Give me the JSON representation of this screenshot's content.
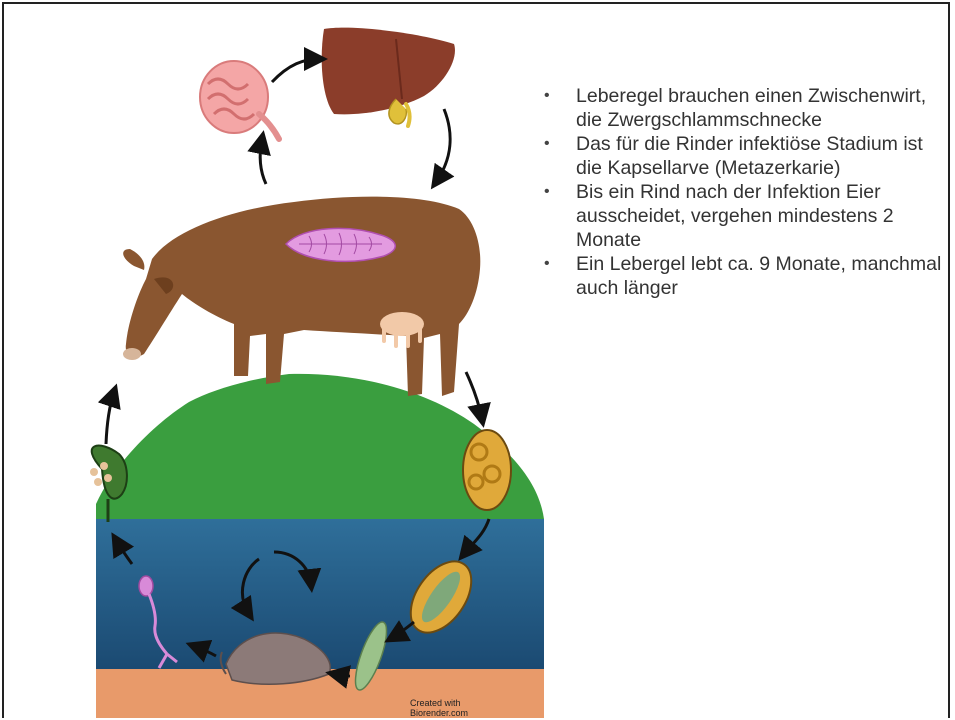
{
  "bullets": [
    "Leberegel brauchen einen Zwischenwirt, die Zwergschlammschnecke",
    "Das für die Rinder infektiöse Stadium ist die Kapsellarve (Metazerkarie)",
    "Bis ein Rind nach der Infektion Eier ausscheidet, vergehen mindestens 2 Monate",
    "Ein Lebergel lebt ca. 9 Monate, manchmal auch länger"
  ],
  "credit": {
    "line1": "Created with",
    "line2": "Biorender.com"
  },
  "colors": {
    "grass": "#3a9e3f",
    "water_top": "#2f6f9a",
    "water_bottom": "#1e4f78",
    "soil": "#e89a6a",
    "cow": "#8a5630",
    "liver": "#8b3d2a",
    "intestine": "#f2a0a0",
    "egg": "#e0a93a"
  }
}
